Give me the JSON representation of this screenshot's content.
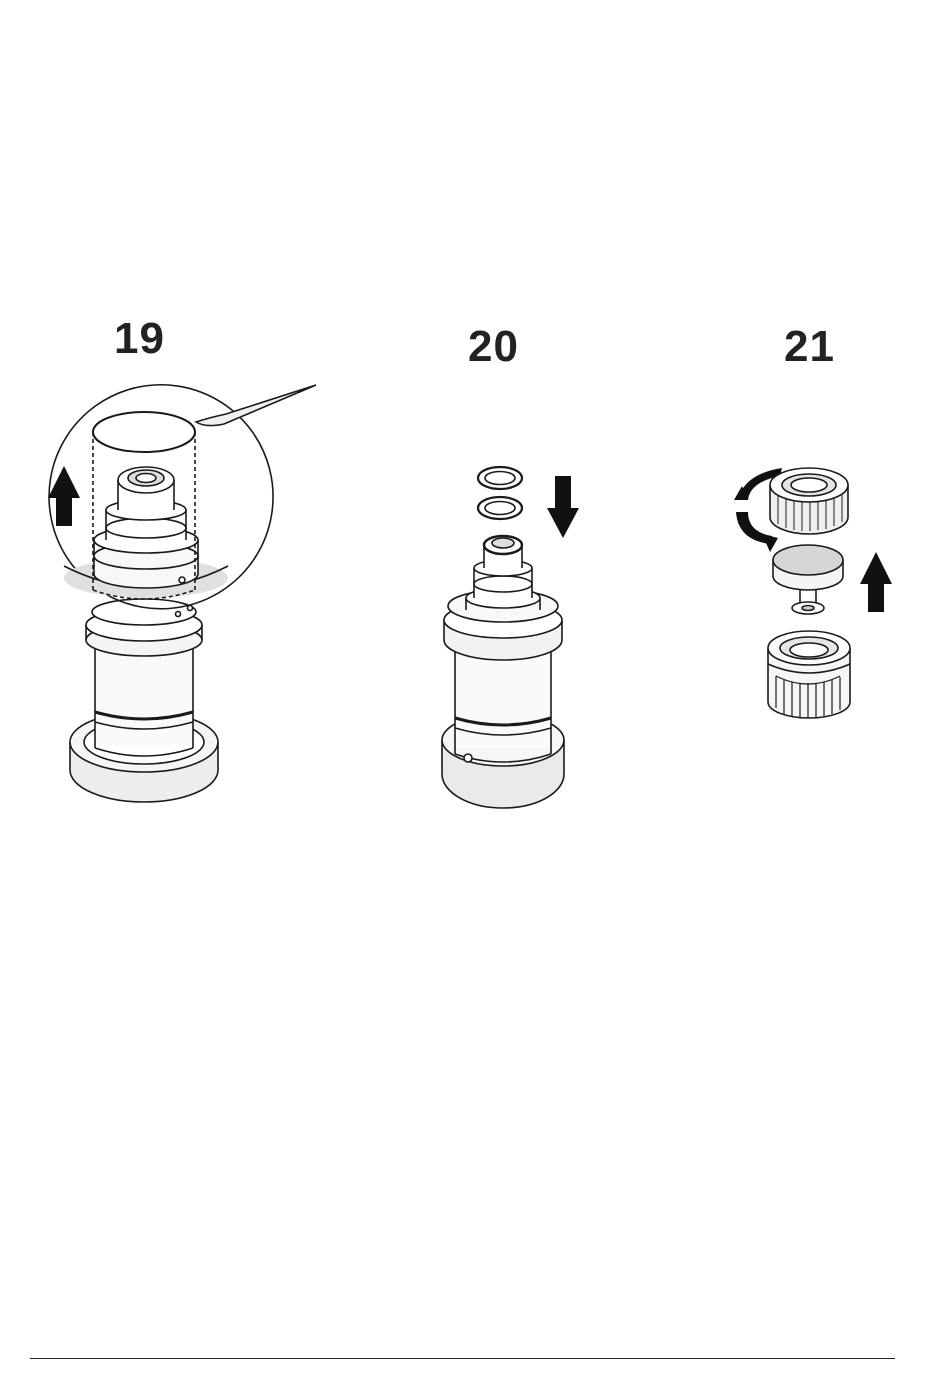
{
  "steps": [
    {
      "number": "19",
      "illustration": "remove-sleeve-with-pick",
      "arrow": "up-arrow-icon"
    },
    {
      "number": "20",
      "illustration": "install-o-rings",
      "arrow": "down-arrow-icon"
    },
    {
      "number": "21",
      "illustration": "unscrew-cap-remove-seal",
      "arrow": "rotate-and-up-arrow-icon"
    }
  ],
  "colors": {
    "line": "#1a1a1a",
    "shade": "#d8d8d8",
    "light": "#f2f2f2",
    "arrow": "#111111"
  }
}
